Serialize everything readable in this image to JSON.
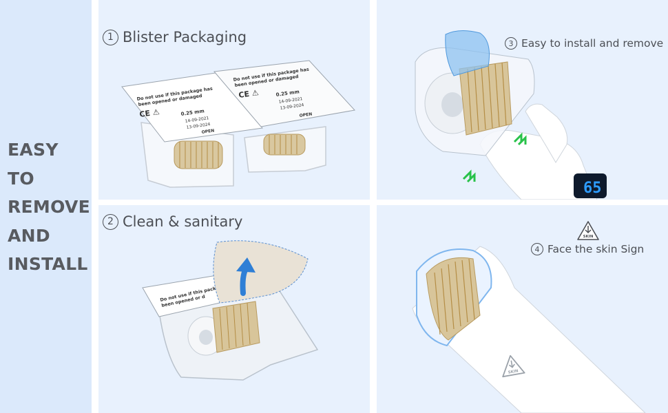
{
  "sidebar": {
    "title_lines": [
      "EASY",
      "TO",
      "REMOVE",
      "AND",
      "INSTALL"
    ]
  },
  "panels": [
    {
      "number": "1",
      "caption": "Blister Packaging",
      "label_lines": [
        "Do not use if this package has",
        "been opened or damaged"
      ],
      "size": "0.25 mm",
      "date_mfg": "14-09-2021",
      "date_exp": "13-09-2024",
      "open": "OPEN"
    },
    {
      "number": "3",
      "caption": "Easy to install and remove"
    },
    {
      "number": "2",
      "caption": "Clean & sanitary",
      "label_lines": [
        "Do not use if this package",
        "been opened or d"
      ]
    },
    {
      "number": "4",
      "caption": "Face the skin Sign",
      "skin_text": "SKIN"
    }
  ],
  "colors": {
    "sidebar_bg": "#dbe9fb",
    "panel_bg": "#e8f1fd",
    "text": "#4c4f55",
    "accent_blue": "#2f7fd6",
    "needle_gold": "#c9a45c",
    "led_blue": "#2d9cff"
  },
  "icons": [
    "up-arrow-icon",
    "double-chevron-icon",
    "skin-triangle-icon"
  ]
}
